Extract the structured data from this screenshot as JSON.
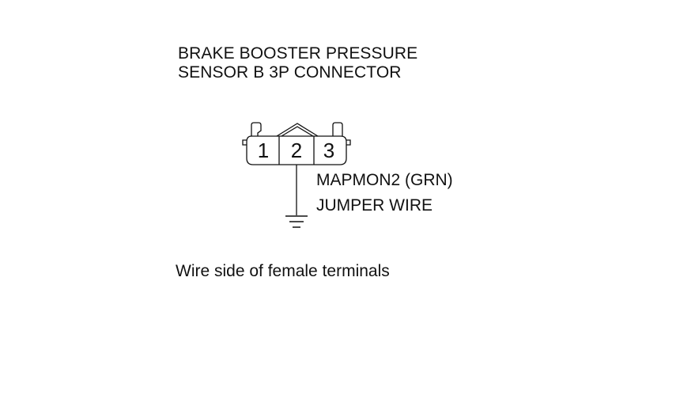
{
  "title": {
    "line1": "BRAKE BOOSTER PRESSURE",
    "line2": "SENSOR B 3P CONNECTOR"
  },
  "connector": {
    "terminals": [
      "1",
      "2",
      "3"
    ]
  },
  "wire_label": "MAPMON2 (GRN)",
  "jumper_label": "JUMPER WIRE",
  "caption": "Wire side of female terminals",
  "icons": [
    "ground-icon"
  ],
  "colors": {
    "line": "#111111",
    "background": "#ffffff"
  }
}
